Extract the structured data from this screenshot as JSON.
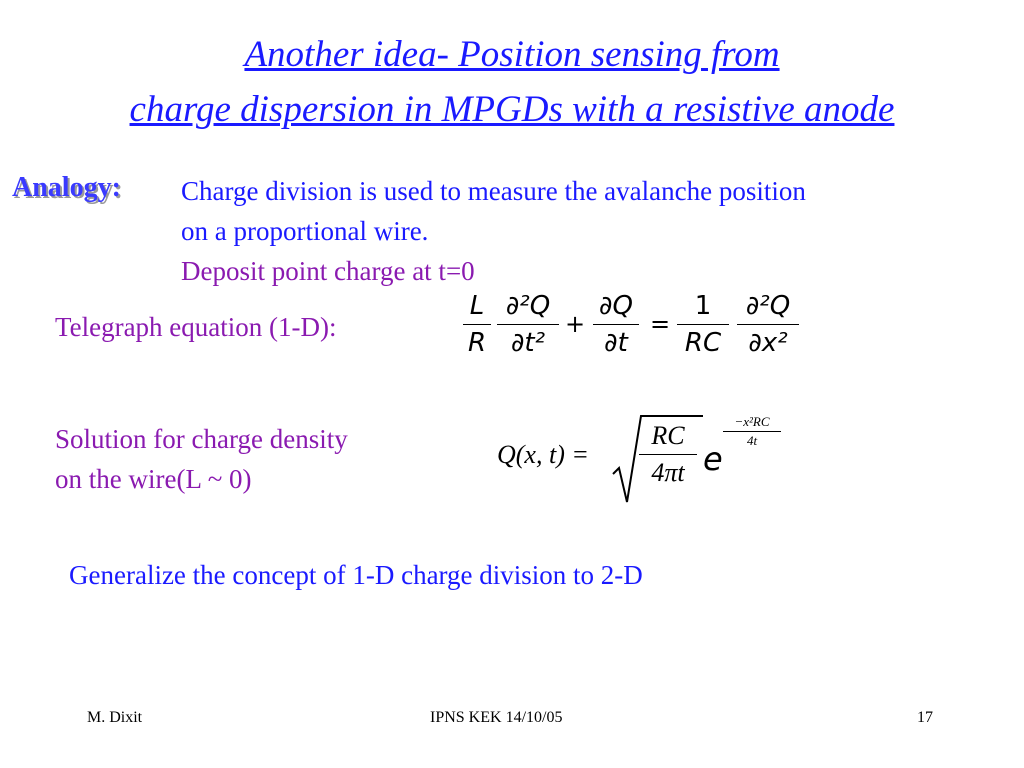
{
  "title": {
    "line1": "Another idea- Position sensing from",
    "line2": "charge dispersion in MPGDs with a resistive anode"
  },
  "analogy": {
    "label": "Analogy:",
    "line1": "Charge division is used to measure the avalanche position",
    "line2": "on a proportional wire.",
    "line3": "Deposit point charge at t=0"
  },
  "telegraph": {
    "label": "Telegraph equation (1-D):",
    "frac1_num": "L",
    "frac1_den": "R",
    "frac2_num": "∂²Q",
    "frac2_den": "∂t²",
    "plus": "+",
    "frac3_num": "∂Q",
    "frac3_den": "∂t",
    "equals": "=",
    "frac4_num": "1",
    "frac4_den": "RC",
    "frac5_num": "∂²Q",
    "frac5_den": "∂x²"
  },
  "solution": {
    "line1": "Solution for charge density",
    "line2": "on the wire(L ~ 0)",
    "lhs": "Q(x, t) =",
    "sqrt_num": "RC",
    "sqrt_den": "4πt",
    "base": "e",
    "exp_num": "−x²RC",
    "exp_den": "4t"
  },
  "generalize": "Generalize the concept of 1-D charge division to 2-D",
  "footer": {
    "author": "M. Dixit",
    "event": "IPNS KEK 14/10/05",
    "page": "17"
  }
}
